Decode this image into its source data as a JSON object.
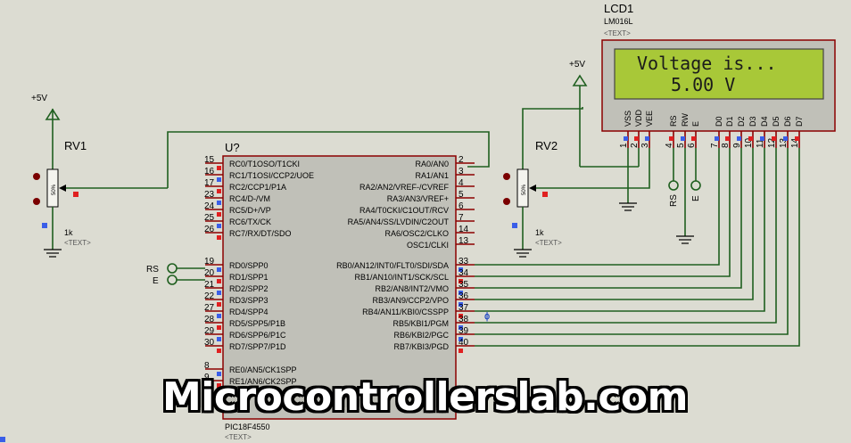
{
  "mcu": {
    "ref": "U?",
    "part": "PIC18F4550",
    "text_tag": "<TEXT>",
    "left_pins": [
      {
        "num": "15",
        "name": "RC0/T1OSO/T1CKI"
      },
      {
        "num": "16",
        "name": "RC1/T1OSI/CCP2/UOE"
      },
      {
        "num": "17",
        "name": "RC2/CCP1/P1A"
      },
      {
        "num": "23",
        "name": "RC4/D-/VM"
      },
      {
        "num": "24",
        "name": "RC5/D+/VP"
      },
      {
        "num": "25",
        "name": "RC6/TX/CK"
      },
      {
        "num": "26",
        "name": "RC7/RX/DT/SDO"
      },
      {
        "num": "19",
        "name": "RD0/SPP0"
      },
      {
        "num": "20",
        "name": "RD1/SPP1"
      },
      {
        "num": "21",
        "name": "RD2/SPP2"
      },
      {
        "num": "22",
        "name": "RD3/SPP3"
      },
      {
        "num": "27",
        "name": "RD4/SPP4"
      },
      {
        "num": "28",
        "name": "RD5/SPP5/P1B"
      },
      {
        "num": "29",
        "name": "RD6/SPP6/P1C"
      },
      {
        "num": "30",
        "name": "RD7/SPP7/P1D"
      },
      {
        "num": "8",
        "name": "RE0/AN5/CK1SPP"
      },
      {
        "num": "9",
        "name": "RE1/AN6/CK2SPP"
      }
    ],
    "right_pins": [
      {
        "num": "2",
        "name": "RA0/AN0"
      },
      {
        "num": "3",
        "name": "RA1/AN1"
      },
      {
        "num": "4",
        "name": "RA2/AN2/VREF-/CVREF"
      },
      {
        "num": "5",
        "name": "RA3/AN3/VREF+"
      },
      {
        "num": "6",
        "name": "RA4/T0CKI/C1OUT/RCV"
      },
      {
        "num": "7",
        "name": "RA5/AN4/SS/LVDIN/C2OUT"
      },
      {
        "num": "14",
        "name": "RA6/OSC2/CLKO"
      },
      {
        "num": "13",
        "name": "OSC1/CLKI"
      },
      {
        "num": "33",
        "name": "RB0/AN12/INT0/FLT0/SDI/SDA"
      },
      {
        "num": "34",
        "name": "RB1/AN10/INT1/SCK/SCL"
      },
      {
        "num": "35",
        "name": "RB2/AN8/INT2/VMO"
      },
      {
        "num": "36",
        "name": "RB3/AN9/CCP2/VPO"
      },
      {
        "num": "37",
        "name": "RB4/AN11/KBI0/CSSPP"
      },
      {
        "num": "38",
        "name": "RB5/KBI1/PGM"
      },
      {
        "num": "39",
        "name": "RB6/KBI2/PGC"
      },
      {
        "num": "40",
        "name": "RB7/KBI3/PGD"
      }
    ]
  },
  "lcd": {
    "ref": "LCD1",
    "part": "LM016L",
    "text_tag": "<TEXT>",
    "line1": "Voltage is...",
    "line2": "5.00 V",
    "pins": [
      {
        "num": "1",
        "name": "VSS"
      },
      {
        "num": "2",
        "name": "VDD"
      },
      {
        "num": "3",
        "name": "VEE"
      },
      {
        "num": "4",
        "name": "RS"
      },
      {
        "num": "5",
        "name": "RW"
      },
      {
        "num": "6",
        "name": "E"
      },
      {
        "num": "7",
        "name": "D0"
      },
      {
        "num": "8",
        "name": "D1"
      },
      {
        "num": "9",
        "name": "D2"
      },
      {
        "num": "10",
        "name": "D3"
      },
      {
        "num": "11",
        "name": "D4"
      },
      {
        "num": "12",
        "name": "D5"
      },
      {
        "num": "13",
        "name": "D6"
      },
      {
        "num": "14",
        "name": "D7"
      }
    ]
  },
  "rv1": {
    "ref": "RV1",
    "value": "1k",
    "text_tag": "<TEXT>",
    "body": "50%"
  },
  "rv2": {
    "ref": "RV2",
    "value": "1k",
    "text_tag": "<TEXT>",
    "body": "50%"
  },
  "power": {
    "vcc_left": "+5V",
    "vcc_right": "+5V"
  },
  "terminals": {
    "rs": "RS",
    "e": "E",
    "rs_lcd": "RS",
    "e_lcd": "E"
  },
  "watermark": "Microcontrollerslab.com"
}
